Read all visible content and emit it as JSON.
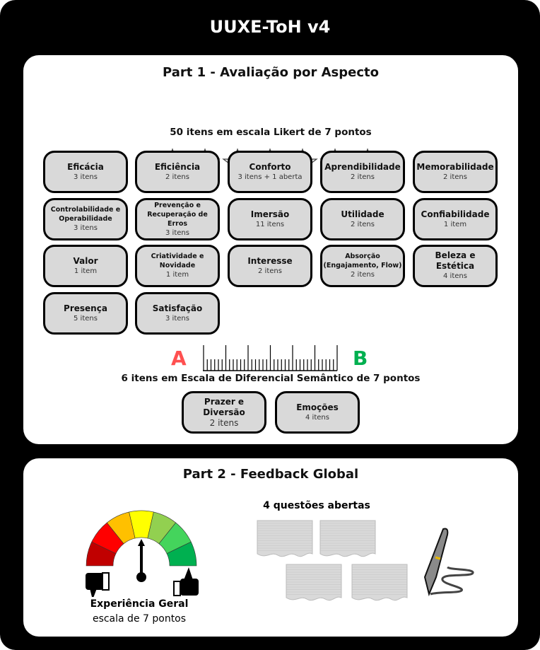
{
  "title": "UUXE-ToH v4",
  "part1": {
    "heading": "Part 1 - Avaliação por Aspecto",
    "stars_count": 7,
    "likert_caption": "50 itens em escala Likert de 7 pontos",
    "aspects": [
      {
        "name": "Eficácia",
        "count": "3 itens"
      },
      {
        "name": "Eficiência",
        "count": "2 itens"
      },
      {
        "name": "Conforto",
        "count": "3 itens + 1 aberta"
      },
      {
        "name": "Aprendibilidade",
        "count": "2 itens"
      },
      {
        "name": "Memorabilidade",
        "count": "2 itens"
      },
      {
        "name": "Controlabilidade e Operabilidade",
        "count": "3 itens"
      },
      {
        "name": "Prevenção e Recuperação de Erros",
        "count": "3 itens"
      },
      {
        "name": "Imersão",
        "count": "11 itens"
      },
      {
        "name": "Utilidade",
        "count": "2 itens"
      },
      {
        "name": "Confiabilidade",
        "count": "1 item"
      },
      {
        "name": "Valor",
        "count": "1 item"
      },
      {
        "name": "Criatividade e Novidade",
        "count": "1 item"
      },
      {
        "name": "Interesse",
        "count": "2 itens"
      },
      {
        "name": "Absorção (Engajamento, Flow)",
        "count": "2 itens"
      },
      {
        "name": "Beleza e Estética",
        "count": "4 itens"
      },
      {
        "name": "Presença",
        "count": "5 itens"
      },
      {
        "name": "Satisfação",
        "count": "3 itens"
      }
    ],
    "semantic": {
      "left": "A",
      "right": "B",
      "left_color": "#ff5050",
      "right_color": "#00b050",
      "caption": "6 itens em Escala de Diferencial Semântico de 7 pontos",
      "aspects": [
        {
          "name": "Prazer e Diversão",
          "count": "2 itens"
        },
        {
          "name": "Emoções",
          "count": "4 itens"
        }
      ]
    }
  },
  "part2": {
    "heading": "Part 2 - Feedback Global",
    "gauge": {
      "title": "Experiência Geral",
      "subtitle": "escala de 7 pontos",
      "colors": [
        "#c00000",
        "#ff0000",
        "#ffc000",
        "#ffff00",
        "#92d050",
        "#44d45c",
        "#00b050"
      ]
    },
    "open_questions": "4 questões abertas"
  }
}
